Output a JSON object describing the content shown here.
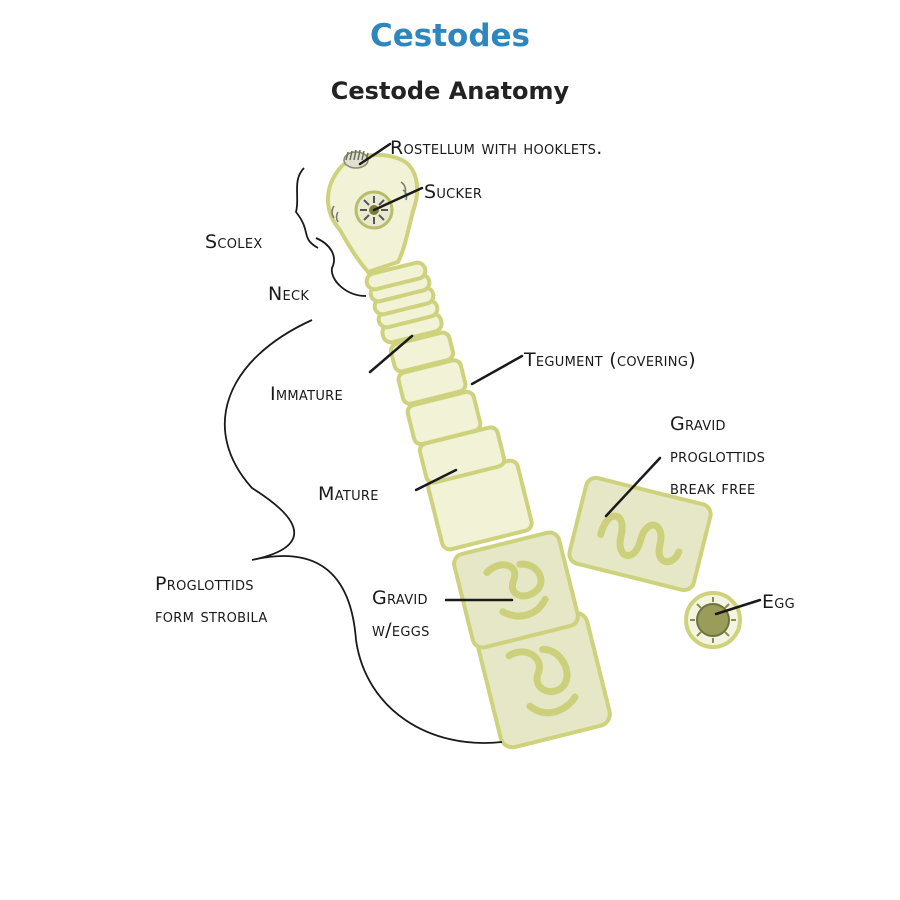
{
  "title": "Cestodes",
  "subtitle": "Cestode Anatomy",
  "labels": {
    "rostellum": "Rostellum with hooklets.",
    "sucker": "Sucker",
    "scolex": "Scolex",
    "neck": "Neck",
    "immature": "Immature",
    "tegument": "Tegument (covering)",
    "mature": "Mature",
    "gravid_free_line1": "Gravid",
    "gravid_free_line2": "proglottids",
    "gravid_free_line3": "break free",
    "proglottids_line1": "Proglottids",
    "proglottids_line2": "form strobila",
    "gravid_eggs_line1": "Gravid",
    "gravid_eggs_line2": "w/eggs",
    "egg": "Egg"
  },
  "colors": {
    "title": "#2e86be",
    "body_fill": "#f1f2d6",
    "body_stroke": "#cfd27c",
    "egg_core": "#9a9c5a"
  }
}
